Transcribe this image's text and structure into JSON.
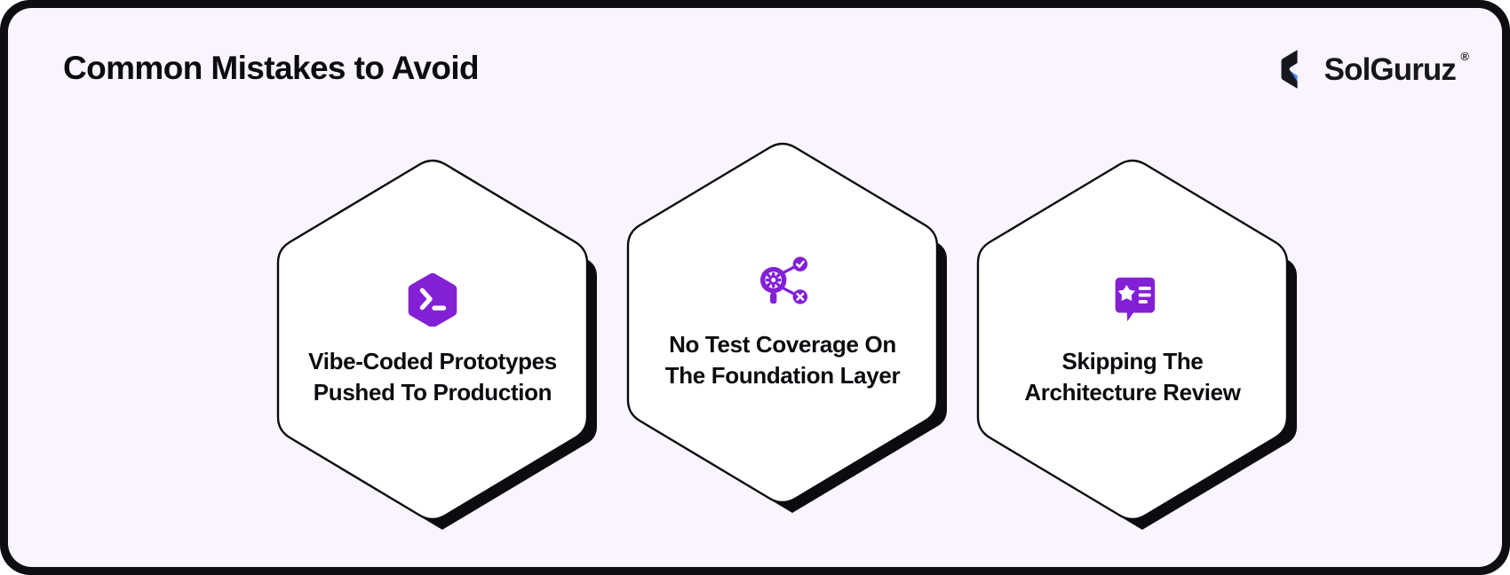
{
  "header": {
    "title": "Common Mistakes to Avoid",
    "brand": {
      "name": "SolGuruz",
      "registered_mark": "®",
      "mark_icon": "solguruz-hexagon-logo-icon",
      "mark_color_primary": "#4a86f7",
      "mark_color_secondary": "#17161d"
    }
  },
  "theme": {
    "frame_color": "#0d0d12",
    "background": "#f9f4fe",
    "card_fill": "#ffffff",
    "card_stroke": "#0b0b10",
    "card_shadow": "#0b0b10",
    "accent_purple": "#8320d6",
    "text_color": "#0b0b10"
  },
  "cards": [
    {
      "id": "vibe-coded-prototypes",
      "icon": "terminal-prompt-icon",
      "icon_shape": "hexagon",
      "label": "Vibe-Coded Prototypes Pushed To Production"
    },
    {
      "id": "no-test-coverage",
      "icon": "magnifier-gear-check-cross-icon",
      "icon_shape": "outline",
      "label": "No Test Coverage On The Foundation Layer"
    },
    {
      "id": "skipping-architecture-review",
      "icon": "speech-bubble-star-review-icon",
      "icon_shape": "rounded-square",
      "label": "Skipping The Architecture Review"
    }
  ]
}
